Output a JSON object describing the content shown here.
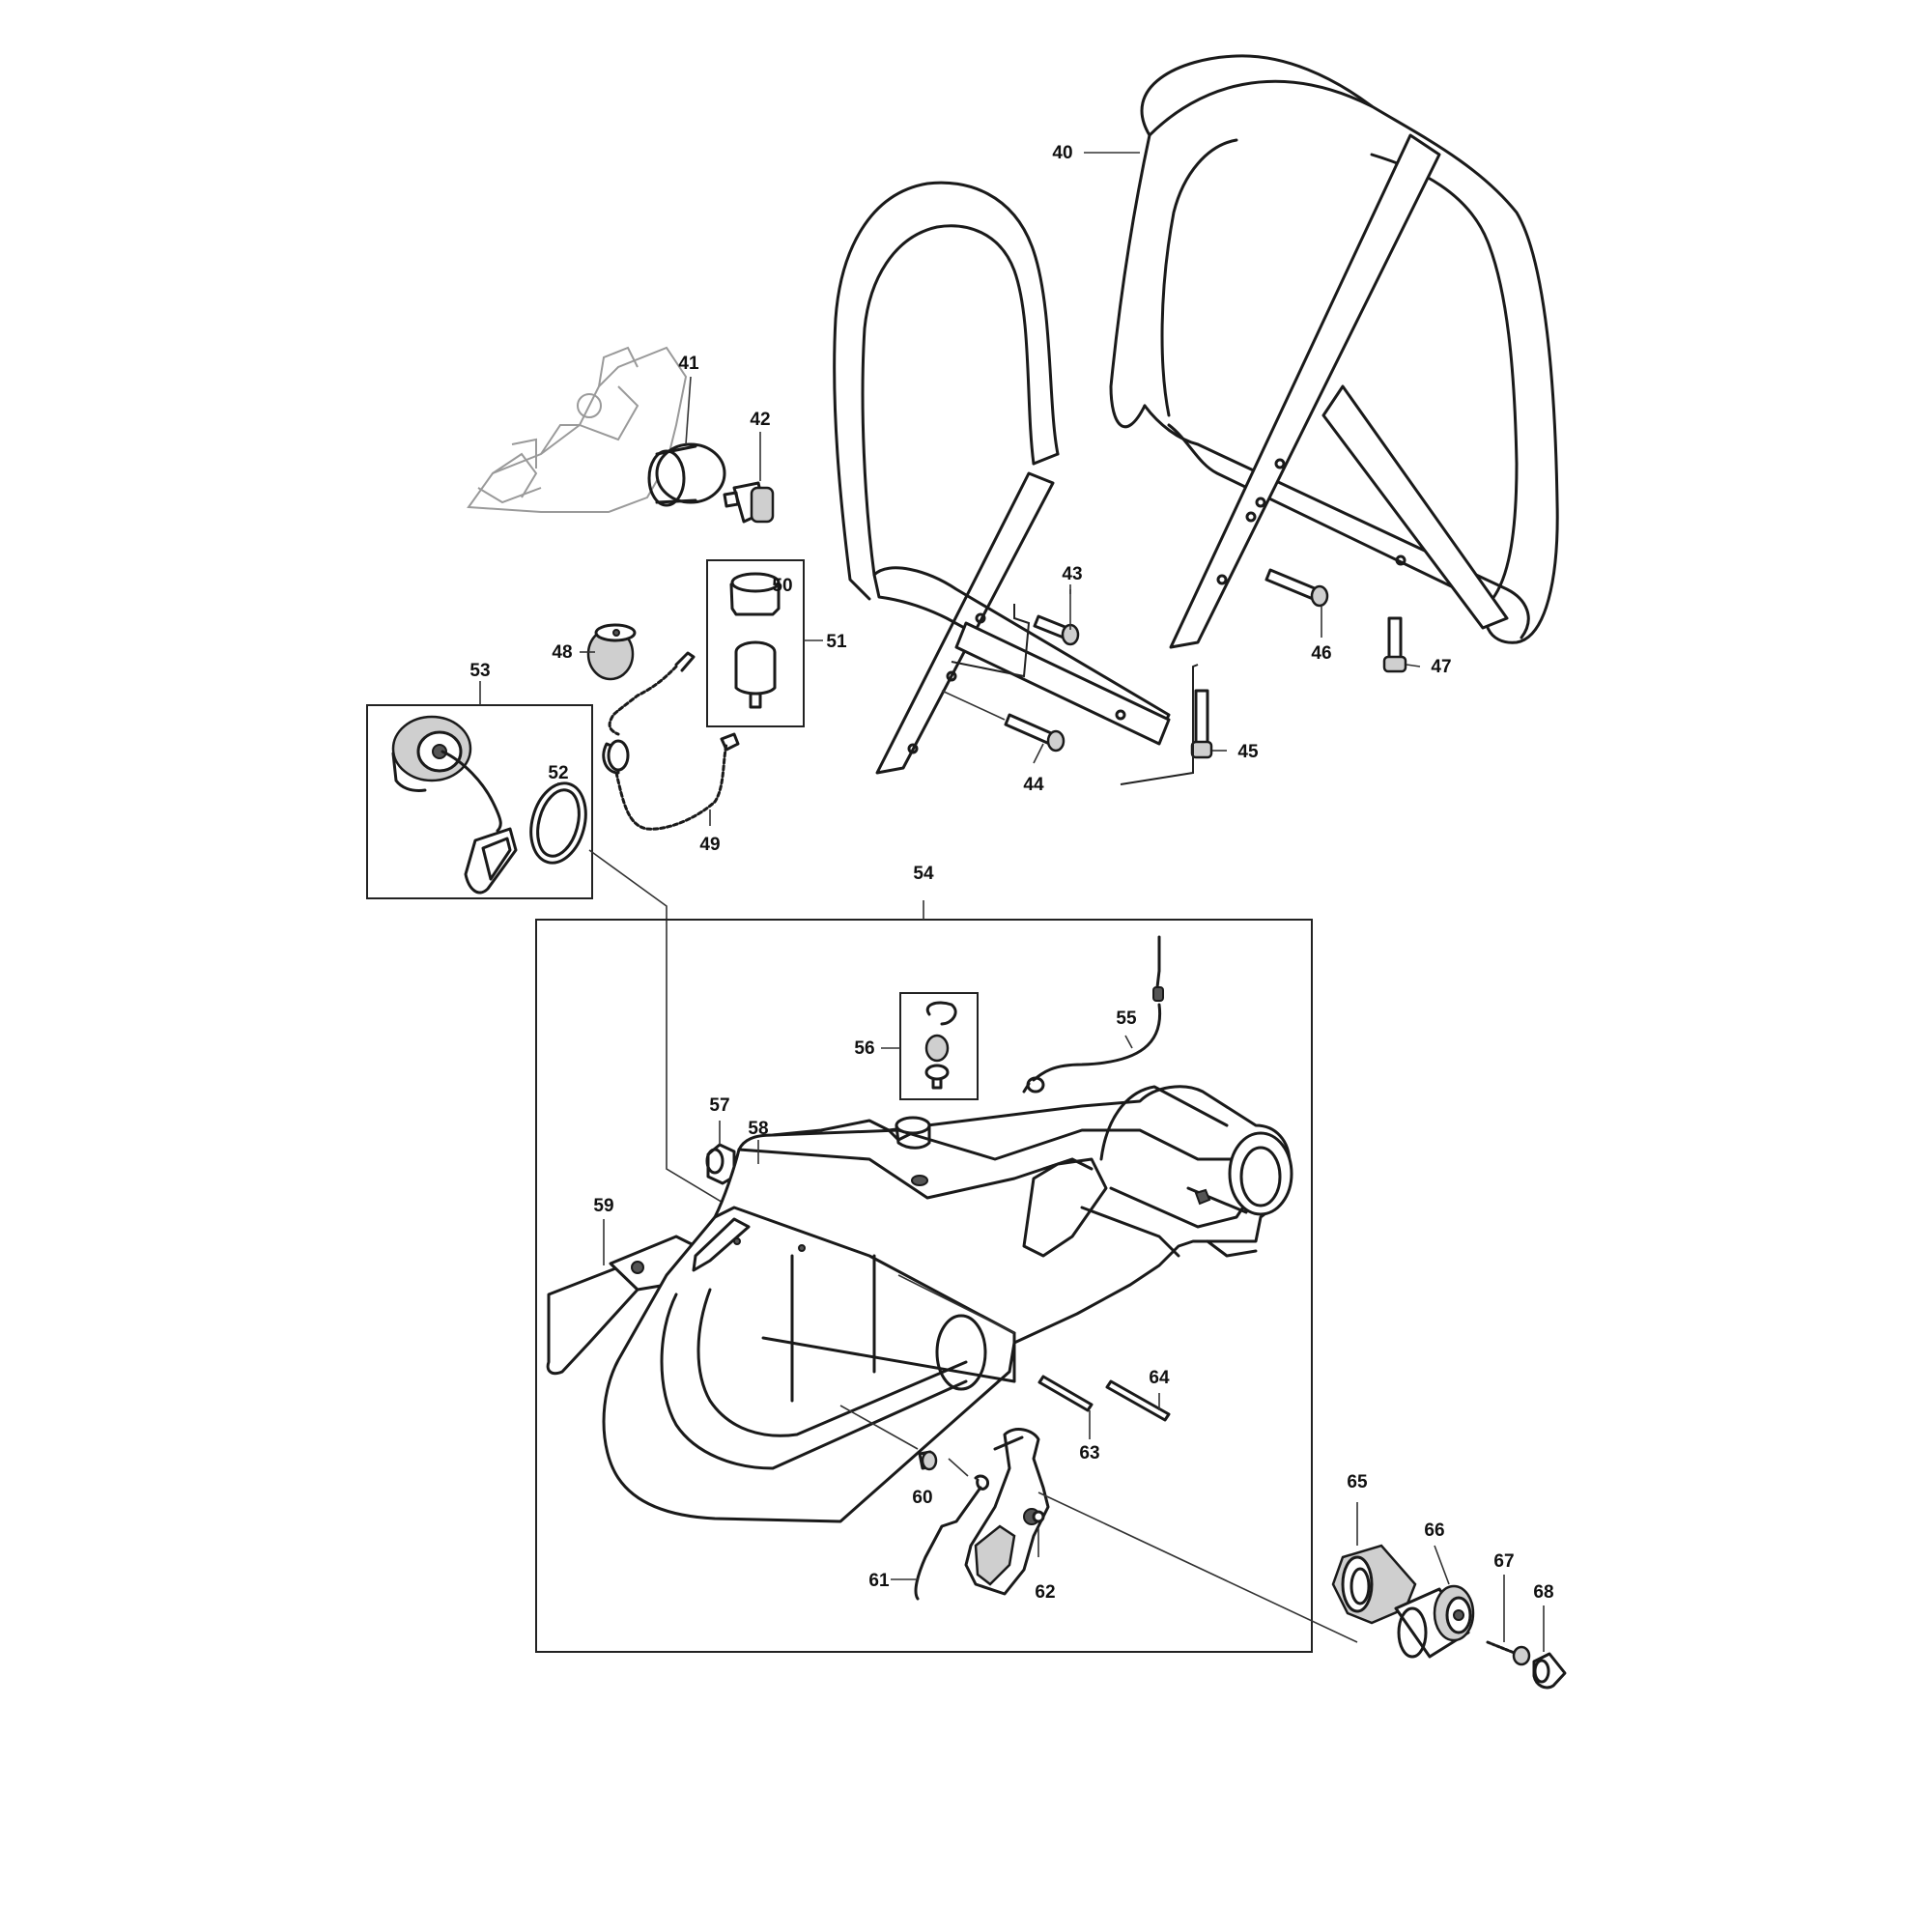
{
  "callouts": {
    "c40": "40",
    "c41": "41",
    "c42": "42",
    "c43": "43",
    "c44": "44",
    "c45": "45",
    "c46": "46",
    "c47": "47",
    "c48": "48",
    "c49": "49",
    "c50": "50",
    "c51": "51",
    "c52": "52",
    "c53": "53",
    "c54": "54",
    "c55": "55",
    "c56": "56",
    "c57": "57",
    "c58": "58",
    "c59": "59",
    "c60": "60",
    "c61": "61",
    "c62": "62",
    "c63": "63",
    "c64": "64",
    "c65": "65",
    "c66": "66",
    "c67": "67",
    "c68": "68"
  },
  "icons": {
    "handle_small": "front-handle-icon",
    "handle_large": "rear-handle-icon",
    "fuel_cap": "fuel-cap-icon",
    "fuel_tank": "fuel-tank-housing-icon",
    "fuel_hose": "fuel-hose-icon",
    "filter": "fuel-filter-icon",
    "throttle_lever": "throttle-lever-icon"
  }
}
